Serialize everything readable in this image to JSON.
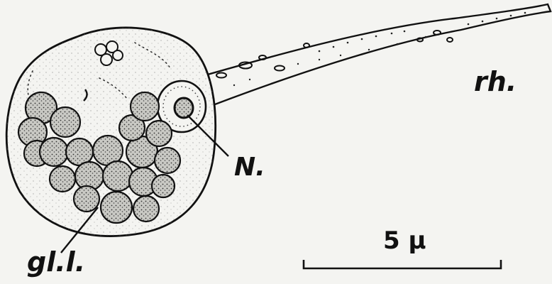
{
  "labels": {
    "rhizoplast": "rh.",
    "nucleus": "N.",
    "granules": "gl.l."
  },
  "scale_bar": {
    "label": "5 μ"
  },
  "colors": {
    "ink": "#111111",
    "paper": "#f4f4f1",
    "granule_fill": "#bdbdb8"
  }
}
